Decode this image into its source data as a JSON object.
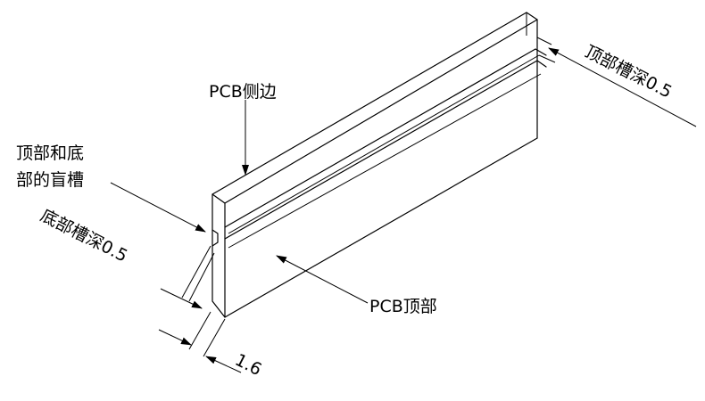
{
  "labels": {
    "pcb_side": "PCB侧边",
    "blind_slot_line1": "顶部和底",
    "blind_slot_line2": "部的盲槽",
    "bottom_slot_depth": "底部槽深0.5",
    "top_slot_depth": "顶部槽深0.5",
    "pcb_top": "PCB顶部",
    "thickness": "1.6"
  },
  "colors": {
    "ink": "#000000",
    "paper": "#ffffff"
  }
}
